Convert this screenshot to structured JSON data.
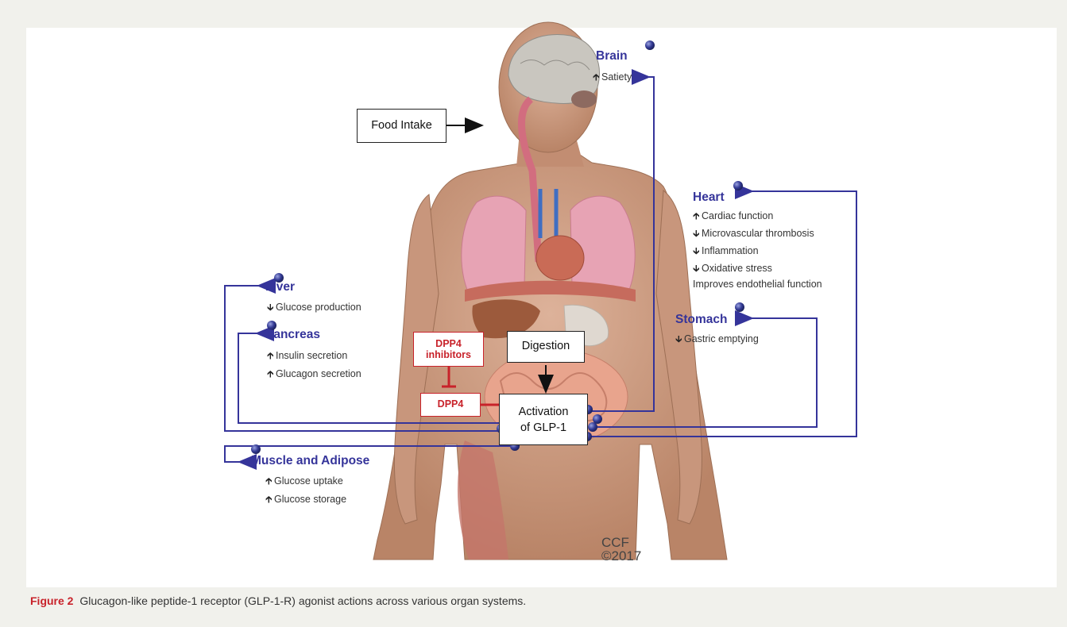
{
  "labels": {
    "food_intake": "Food Intake",
    "digestion": "Digestion",
    "activation_line1": "Activation",
    "activation_line2": "of GLP-1",
    "dpp4_inhibitors_line1": "DPP4",
    "dpp4_inhibitors_line2": "inhibitors",
    "dpp4": "DPP4"
  },
  "organs": {
    "brain": {
      "name": "Brain",
      "effects": [
        {
          "dir": "up",
          "text": "Satiety"
        }
      ]
    },
    "heart": {
      "name": "Heart",
      "effects": [
        {
          "dir": "up",
          "text": "Cardiac function"
        },
        {
          "dir": "down",
          "text": "Microvascular thrombosis"
        },
        {
          "dir": "down",
          "text": "Inflammation"
        },
        {
          "dir": "down",
          "text": "Oxidative stress"
        },
        {
          "dir": "none",
          "text": "Improves endothelial function"
        }
      ]
    },
    "stomach": {
      "name": "Stomach",
      "effects": [
        {
          "dir": "down",
          "text": "Gastric emptying"
        }
      ]
    },
    "liver": {
      "name": "Liver",
      "effects": [
        {
          "dir": "down",
          "text": "Glucose production"
        }
      ]
    },
    "pancreas": {
      "name": "Pancreas",
      "effects": [
        {
          "dir": "up",
          "text": "Insulin secretion"
        },
        {
          "dir": "up",
          "text": "Glucagon secretion"
        }
      ]
    },
    "muscle": {
      "name": "Muscle and Adipose",
      "effects": [
        {
          "dir": "up",
          "text": "Glucose uptake"
        },
        {
          "dir": "up",
          "text": "Glucose storage"
        }
      ]
    }
  },
  "credit": {
    "line1": "CCF",
    "line2": "©2017"
  },
  "caption": {
    "label": "Figure 2",
    "text": "Glucagon-like peptide-1 receptor (GLP-1-R) agonist actions across various organ systems."
  },
  "colors": {
    "pathway": "#35349a",
    "inhibit": "#c8222a",
    "node": "#3a3f9c"
  }
}
